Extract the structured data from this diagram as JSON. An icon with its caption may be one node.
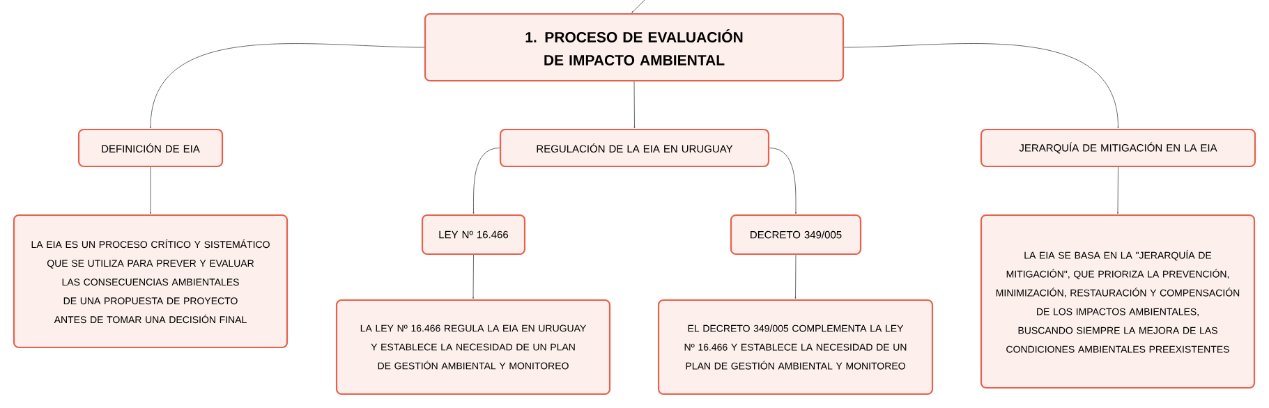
{
  "diagram": {
    "nodes": [
      {
        "text": [
          "1. PROCESO DE EVALUACIÓN DE IMPACTO AMBIENTAL"
        ]
      },
      {
        "text": [
          "DEFINICIÓN DE EIA"
        ]
      },
      {
        "text": [
          "REGULACIÓN DE LA EIA EN URUGUAY"
        ]
      },
      {
        "text": [
          "JERARQUÍA DE MITIGACIÓN EN LA EIA"
        ]
      },
      {
        "text": [
          "LA EIA ES UN PROCESO CRÍTICO Y SISTEMÁTICO QUE SE UTILIZA PARA PREVER Y EVALUAR LAS CONSECUENCIAS AMBIENTALES DE UNA PROPUESTA DE PROYECTO ANTES DE TOMAR UNA DECISIÓN FINAL"
        ]
      },
      {
        "text": [
          "LEY Nº 16.466"
        ]
      },
      {
        "text": [
          "DECRETO 349/005"
        ]
      },
      {
        "text": [
          "LA LEY Nº 16.466 REGULA LA EIA EN URUGUAY Y ESTABLECE LA NECESIDAD DE UN PLAN DE GESTIÓN AMBIENTAL Y MONITOREO"
        ]
      },
      {
        "text": [
          "EL DECRETO 349/005 COMPLEMENTA LA LEY Nº 16.466 Y ESTABLECE LA NECESIDAD DE UN PLAN DE GESTIÓN AMBIENTAL Y MONITOREO"
        ]
      },
      {
        "text": [
          "LA EIA SE BASA EN LA \"JERARQUÍA DE MITIGACIÓN\", QUE PRIORIZA LA PREVENCIÓN, MINIMIZACIÓN, RESTAURACIÓN Y COMPENSACIÓN DE LOS IMPACTOS AMBIENTALES, BUSCANDO SIEMPRE LA MEJORA DE LAS CONDICIONES AMBIENTALES PREEXISTENTES"
        ]
      }
    ],
    "edges": [
      {
        "from": null,
        "to": 0,
        "arrow": "to"
      },
      {
        "from": 0,
        "to": 1,
        "arrow": "to"
      },
      {
        "from": 0,
        "to": 2,
        "arrow": "to"
      },
      {
        "from": 0,
        "to": 3,
        "arrow": "to"
      },
      {
        "from": 1,
        "to": 4,
        "arrow": "to"
      },
      {
        "from": 2,
        "to": 5,
        "arrow": "to"
      },
      {
        "from": 2,
        "to": 6,
        "arrow": "to"
      },
      {
        "from": 5,
        "to": 7,
        "arrow": "to"
      },
      {
        "from": 6,
        "to": 8,
        "arrow": "to"
      },
      {
        "from": 3,
        "to": 9,
        "arrow": "to"
      }
    ]
  }
}
